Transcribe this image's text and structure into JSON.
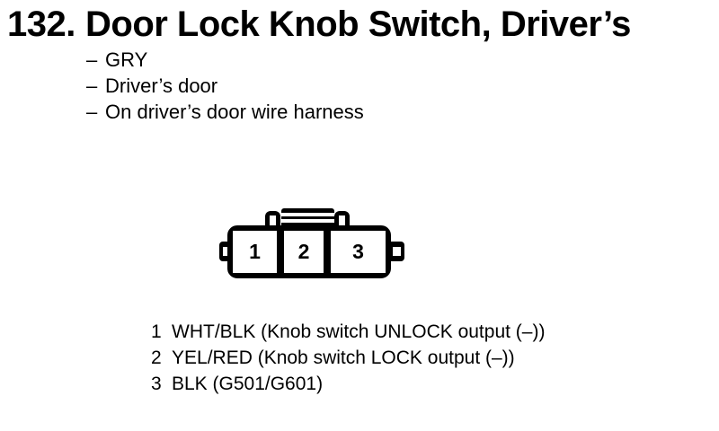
{
  "page": {
    "background": "#ffffff",
    "ink": "#000000"
  },
  "title": {
    "number": "132.",
    "text": "Door Lock Knob Switch, Driver’s"
  },
  "bullets": {
    "dash": "–",
    "items": [
      "GRY",
      "Driver’s door",
      "On driver’s door wire harness"
    ]
  },
  "connector": {
    "cavities": [
      "1",
      "2",
      "3"
    ]
  },
  "pins": {
    "rows": [
      {
        "pin": "1",
        "desc": "WHT/BLK (Knob switch UNLOCK output (–))"
      },
      {
        "pin": "2",
        "desc": "YEL/RED (Knob switch LOCK output (–))"
      },
      {
        "pin": "3",
        "desc": "BLK (G501/G601)"
      }
    ]
  }
}
